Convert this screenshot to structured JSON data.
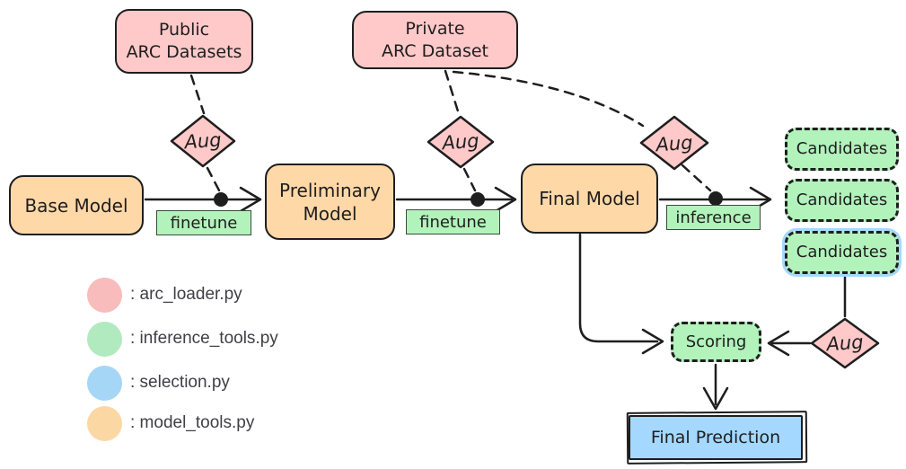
{
  "diagram": {
    "nodes": {
      "public_datasets": {
        "line1": "Public",
        "line2": "ARC Datasets"
      },
      "private_dataset": {
        "line1": "Private",
        "line2": "ARC Dataset"
      },
      "base_model": {
        "label": "Base Model"
      },
      "preliminary_model": {
        "line1": "Preliminary",
        "line2": "Model"
      },
      "final_model": {
        "label": "Final Model"
      },
      "candidates_1": {
        "label": "Candidates"
      },
      "candidates_2": {
        "label": "Candidates"
      },
      "candidates_3": {
        "label": "Candidates"
      },
      "scoring": {
        "label": "Scoring"
      },
      "final_prediction": {
        "label": "Final Prediction"
      }
    },
    "edge_labels": {
      "finetune_1": "finetune",
      "finetune_2": "finetune",
      "inference": "inference"
    },
    "aug_labels": {
      "aug_1": "Aug",
      "aug_2": "Aug",
      "aug_3": "Aug",
      "aug_4": "Aug"
    },
    "colors": {
      "pink": "#ffc9c9",
      "orange": "#ffd8a8",
      "green": "#b2f2bb",
      "blue": "#a5d8ff",
      "stroke": "#1e1e1e"
    }
  },
  "legend": {
    "items": [
      {
        "color": "#f8bcbc",
        "label": ": arc_loader.py"
      },
      {
        "color": "#b2eabf",
        "label": ": inference_tools.py"
      },
      {
        "color": "#a5d6f6",
        "label": ": selection.py"
      },
      {
        "color": "#fbd8a3",
        "label": ": model_tools.py"
      }
    ]
  }
}
